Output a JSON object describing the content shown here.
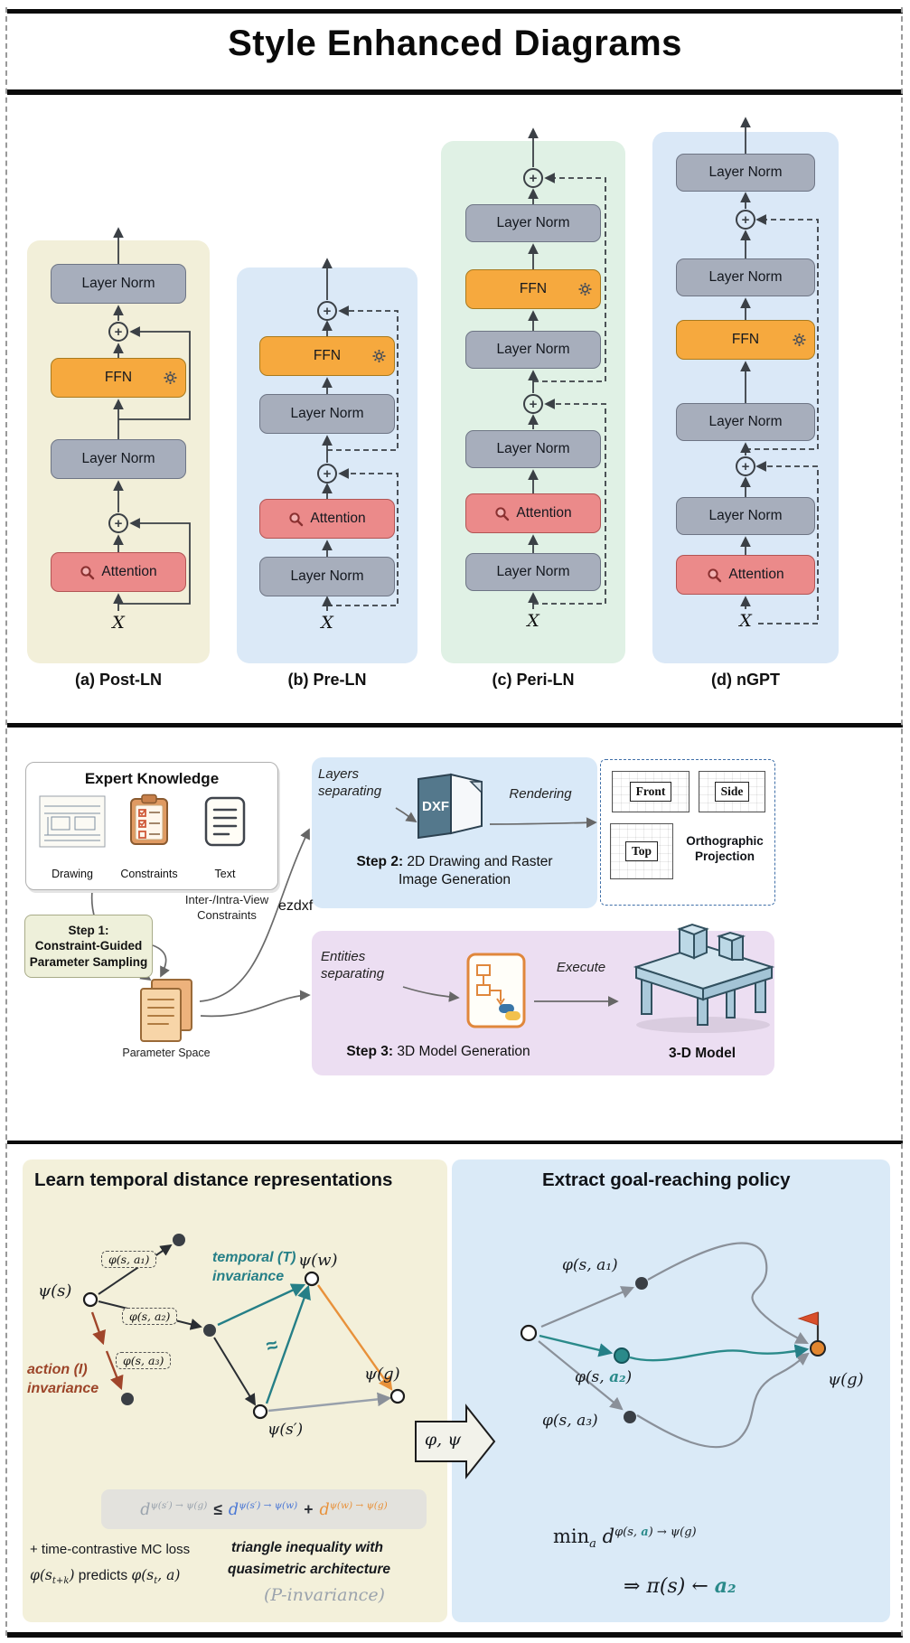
{
  "title": "Style Enhanced Diagrams",
  "panel1": {
    "labels": {
      "layer_norm": "Layer Norm",
      "ffn": "FFN",
      "attention": "Attention",
      "input": "X",
      "plus": "+"
    },
    "captions": [
      "(a) Post-LN",
      "(b) Pre-LN",
      "(c) Peri-LN",
      "(d) nGPT"
    ]
  },
  "panel2": {
    "expert": {
      "title": "Expert Knowledge",
      "drawing": "Drawing",
      "constraints": "Constraints",
      "text": "Text"
    },
    "step1": {
      "l1": "Step 1:",
      "l2": "Constraint-Guided",
      "l3": "Parameter Sampling"
    },
    "inter_l1": "Inter-/Intra-View",
    "inter_l2": "Constraints",
    "ezdxf": "ezdxf",
    "param_space": "Parameter Space",
    "step2": {
      "annot1_l1": "Layers",
      "annot1_l2": "separating",
      "dxf": "DXF",
      "annot2": "Rendering",
      "cap_b": "Step 2:",
      "cap_r1": " 2D Drawing and Raster",
      "cap_r2": "Image Generation"
    },
    "output": {
      "front": "Front",
      "side": "Side",
      "top": "Top",
      "ortho_l1": "Orthographic",
      "ortho_l2": "Projection"
    },
    "step3": {
      "annot1_l1": "Entities",
      "annot1_l2": "separating",
      "annot2": "Execute",
      "cap_b": "Step 3:",
      "cap_r": " 3D Model Generation",
      "model": "3-D Model"
    }
  },
  "panel3": {
    "left": {
      "title": "Learn temporal distance representations",
      "psi_s": "ψ(s)",
      "psi_w": "ψ(w)",
      "psi_g": "ψ(g)",
      "psi_sp": "ψ(s′)",
      "phi_a1": "φ(s, a₁)",
      "phi_a2": "φ(s, a₂)",
      "phi_a3": "φ(s, a₃)",
      "temporal_l1": "temporal (T)",
      "temporal_l2": "invariance",
      "action_l1": "action (I)",
      "action_l2": "invariance",
      "approx": "≈",
      "ineq": {
        "d1": "d",
        "s1": "ψ(s′) → ψ(g)",
        "le": "≤",
        "d2": "d",
        "s2": "ψ(s′) → ψ(w)",
        "pl": "+",
        "d3": "d",
        "s3": "ψ(w) → ψ(g)"
      },
      "note1": "+ time-contrastive MC loss",
      "note2": {
        "p1": "φ(s",
        "sub1": "t+k",
        "p2": ")",
        "p3": " predicts ",
        "p4": "φ(s",
        "sub2": "t",
        "p5": ", a)"
      },
      "tri_l1": "triangle inequality with",
      "tri_l2": "quasimetric architecture",
      "pinv": "(P-invariance)"
    },
    "arrow_label": "φ, ψ",
    "right": {
      "title": "Extract goal-reaching policy",
      "phi_a1": "φ(s, a₁)",
      "phi_a2_pre": "φ(s, ",
      "phi_a2_a": "a₂",
      "phi_a2_post": ")",
      "phi_a3": "φ(s, a₃)",
      "psi_g": "ψ(g)",
      "min": {
        "m": "min",
        "sub": "a",
        "d": "d",
        "sup_pre": "φ(s, ",
        "sup_a": "a",
        "sup_post": ") → ψ(g)"
      },
      "policy": {
        "pre": "⇒ π(s) ← ",
        "a": "a₂"
      }
    }
  }
}
